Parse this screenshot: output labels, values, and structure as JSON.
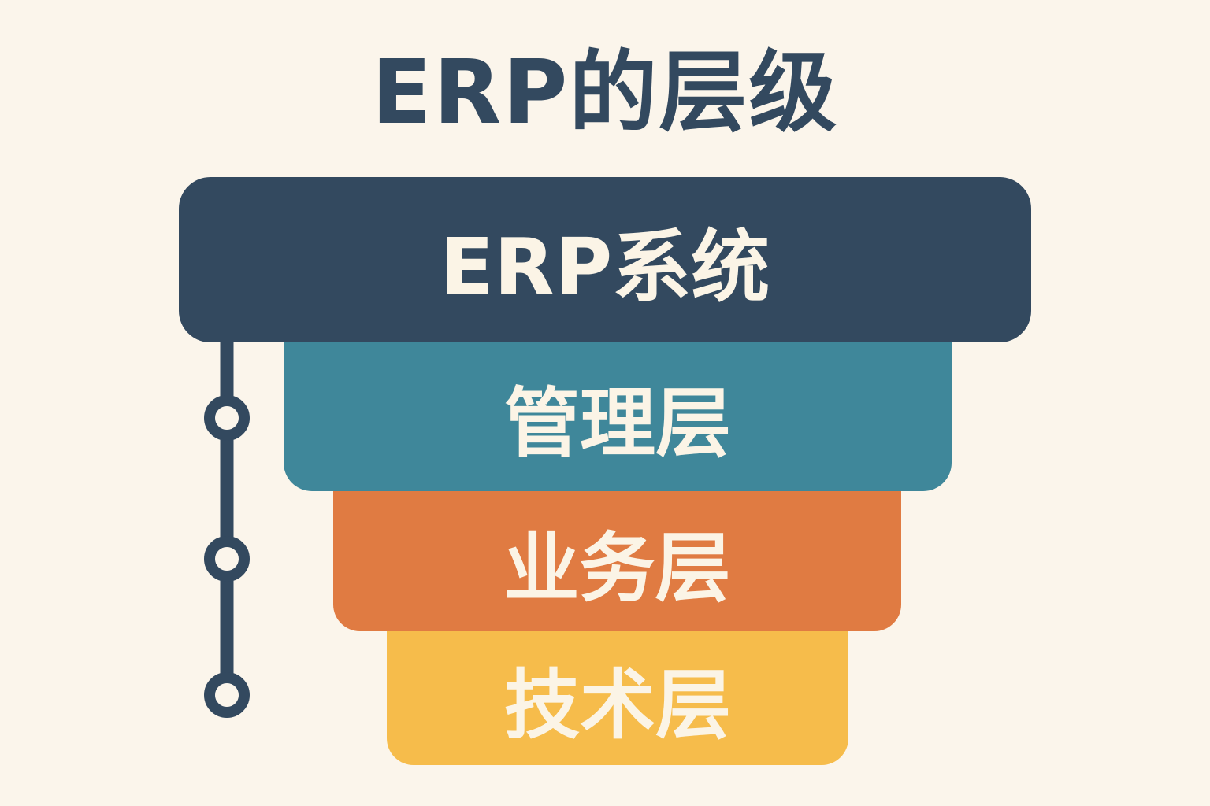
{
  "title": "ERP的层级",
  "layers": [
    {
      "label": "ERP系统",
      "color": "#33495f"
    },
    {
      "label": "管理层",
      "color": "#3f879a"
    },
    {
      "label": "业务层",
      "color": "#e07b42"
    },
    {
      "label": "技术层",
      "color": "#f6bc4b"
    }
  ],
  "timeline": {
    "color": "#33495f",
    "nodes": 3
  }
}
